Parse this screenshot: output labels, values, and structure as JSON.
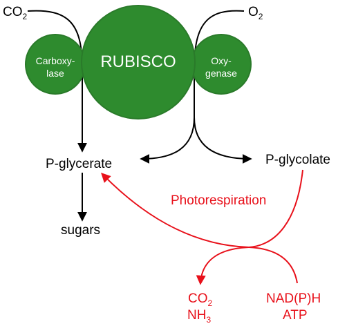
{
  "colors": {
    "enzyme_green": "#2e8b2e",
    "enzyme_stroke": "#2a7a2a",
    "arrow_black": "#000000",
    "photorespiration_red": "#e8101a",
    "label_white": "#ffffff"
  },
  "nodes": {
    "co2_in": {
      "base": "CO",
      "sub": "2"
    },
    "o2_in": {
      "base": "O",
      "sub": "2"
    },
    "rubisco": "RUBISCO",
    "carboxylase": [
      "Carboxy-",
      "lase"
    ],
    "oxygenase": [
      "Oxy-",
      "genase"
    ],
    "p_glycerate": "P-glycerate",
    "p_glycolate": "P-glycolate",
    "sugars": "sugars",
    "photorespiration": "Photorespiration",
    "co2_out": {
      "base": "CO",
      "sub": "2"
    },
    "nh3_out": {
      "base": "NH",
      "sub": "3"
    },
    "nadph": "NAD(P)H",
    "atp": "ATP"
  }
}
